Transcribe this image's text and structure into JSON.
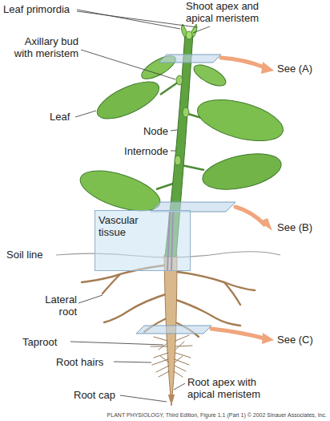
{
  "diagram": {
    "nodes": [
      {
        "text": [
          "Vascular tissue"
        ]
      }
    ],
    "labels": [
      "Leaf primordia",
      "Shoot apex and apical meristem",
      "See (A)",
      "Axillary bud with meristem",
      "Leaf",
      "Node",
      "Internode",
      "See (B)",
      "Soil line",
      "Lateral root",
      "See (C)",
      "Taproot",
      "Root hairs",
      "Root apex with apical meristem",
      "Root cap",
      "PLANT PHYSIOLOGY, Third Edition, Figure 1.1 (Part 1) © 2002 Sinauer Associates, Inc."
    ]
  }
}
